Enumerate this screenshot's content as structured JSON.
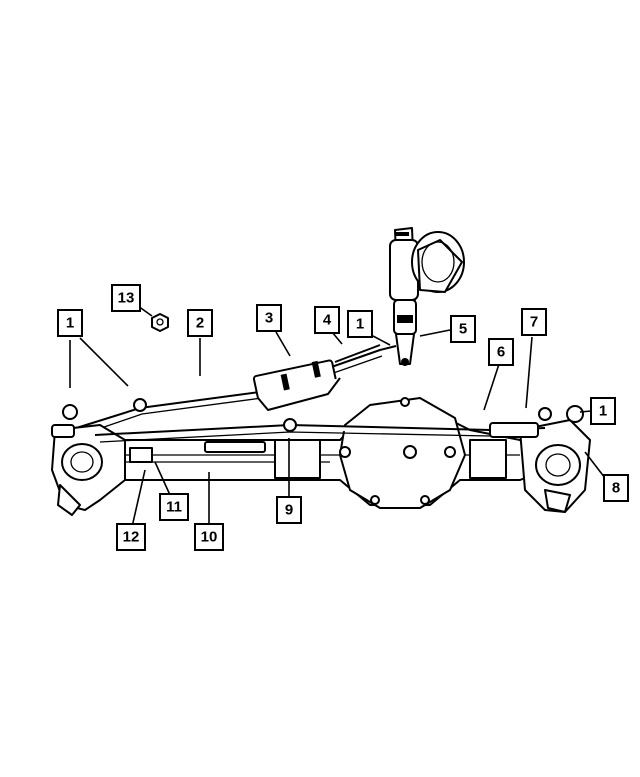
{
  "diagram": {
    "callouts": [
      {
        "id": "c1a",
        "label": "1"
      },
      {
        "id": "c2",
        "label": "2"
      },
      {
        "id": "c3",
        "label": "3"
      },
      {
        "id": "c4",
        "label": "4"
      },
      {
        "id": "c1b",
        "label": "1"
      },
      {
        "id": "c5",
        "label": "5"
      },
      {
        "id": "c6",
        "label": "6"
      },
      {
        "id": "c7",
        "label": "7"
      },
      {
        "id": "c1c",
        "label": "1"
      },
      {
        "id": "c8",
        "label": "8"
      },
      {
        "id": "c9",
        "label": "9"
      },
      {
        "id": "c10",
        "label": "10"
      },
      {
        "id": "c11",
        "label": "11"
      },
      {
        "id": "c12",
        "label": "12"
      },
      {
        "id": "c13",
        "label": "13"
      }
    ]
  }
}
